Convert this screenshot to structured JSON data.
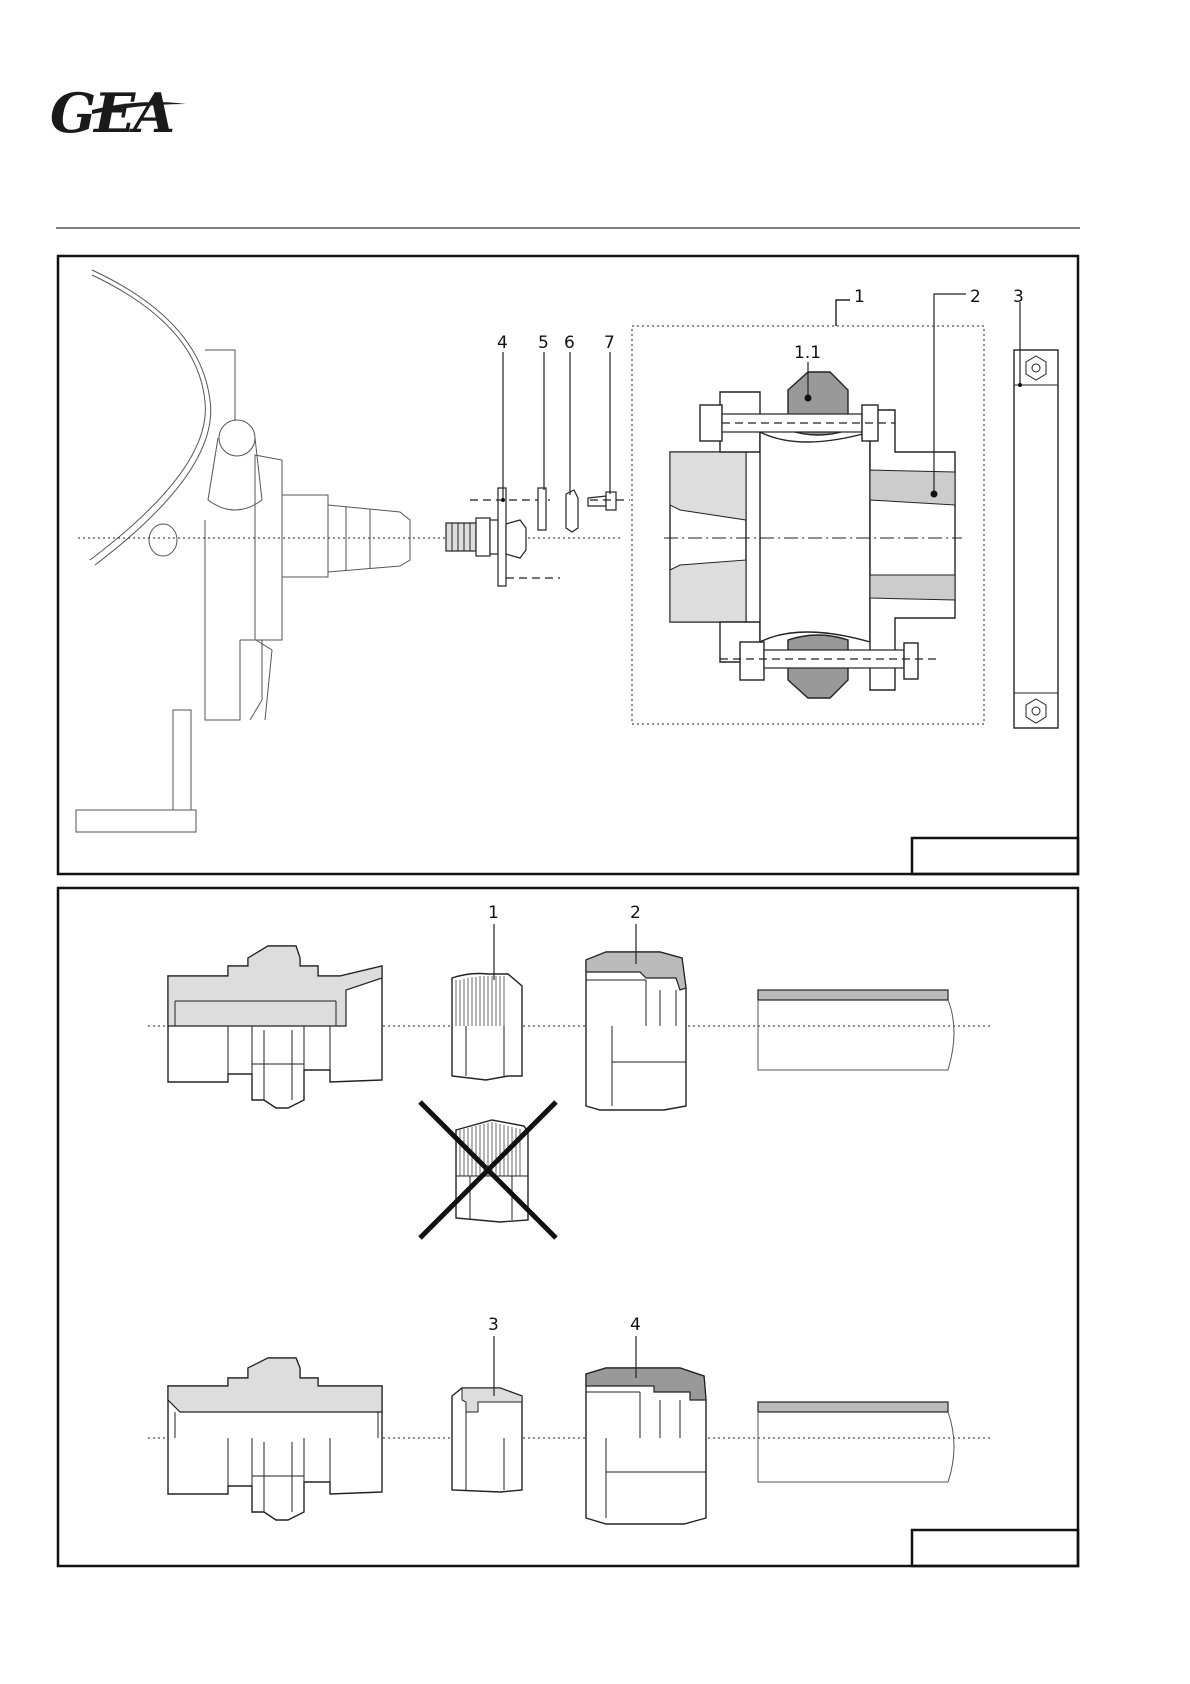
{
  "brand": {
    "logo_text": "GEA",
    "logo_color": "#1a1a1a"
  },
  "colors": {
    "line": "#222222",
    "light_fill": "#dddddd",
    "mid_fill": "#bbbbbb",
    "dark_fill": "#999999"
  },
  "figure1": {
    "labels": [
      "1",
      "1.1",
      "2",
      "3",
      "4",
      "5",
      "6",
      "7"
    ]
  },
  "figure2": {
    "labels": [
      "1",
      "2",
      "3",
      "4"
    ]
  }
}
